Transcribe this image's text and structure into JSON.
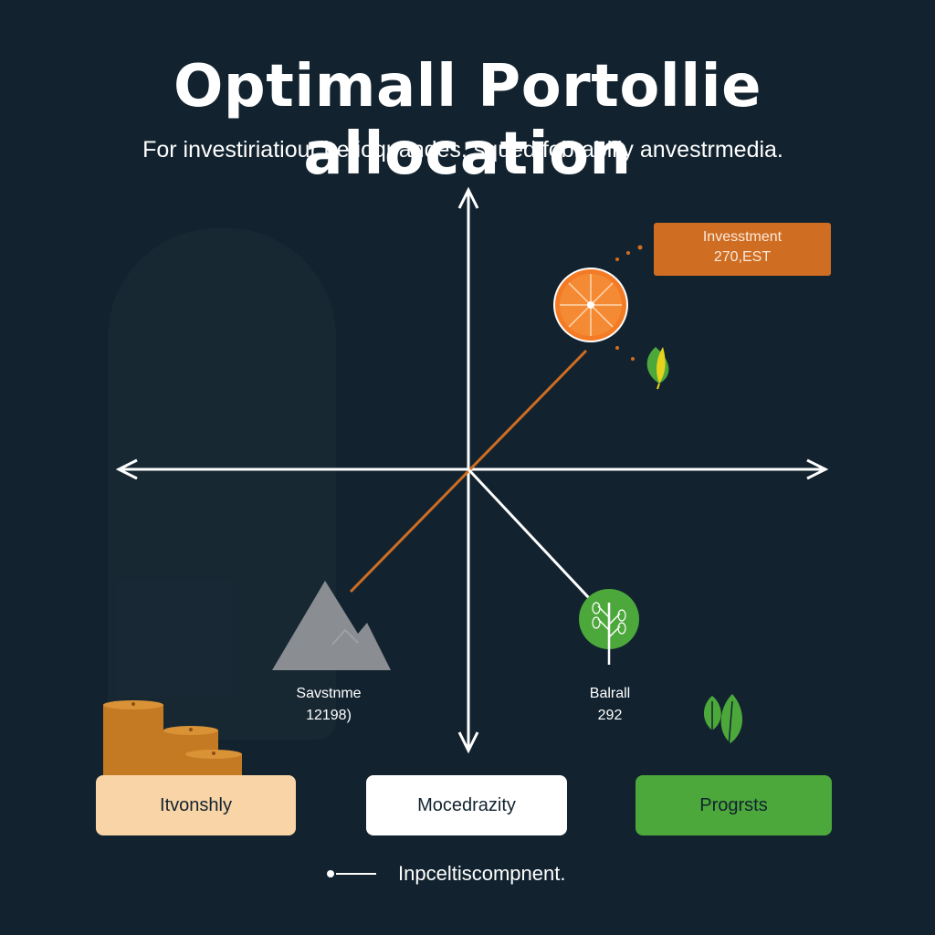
{
  "title": "Optimall Portollie allocation",
  "subtitle": "For investiriatiour betioquandes, squed fobrabilly anvestrmedia.",
  "callout": {
    "line1": "Invesstment",
    "line2": "270,EST"
  },
  "labels": {
    "savstnme": {
      "name": "Savstnme",
      "value": "12198)"
    },
    "balrall": {
      "name": "Balrall",
      "value": "292"
    }
  },
  "buttons": [
    {
      "label": "Itvonshly",
      "color": "#f9d4a6"
    },
    {
      "label": "Mocedrazity",
      "color": "#ffffff"
    },
    {
      "label": "Progrsts",
      "color": "#4ca83b"
    }
  ],
  "footnote": "Inpceltiscompnent.",
  "colors": {
    "background": "#12232f",
    "accent_orange": "#cf6d22",
    "accent_green": "#4ca83b",
    "axis": "#ffffff"
  },
  "icons": [
    "orange-slice-icon",
    "leaf-icon",
    "mountain-icon",
    "tree-icon",
    "coin-stack-icon",
    "twin-leaves-icon"
  ]
}
